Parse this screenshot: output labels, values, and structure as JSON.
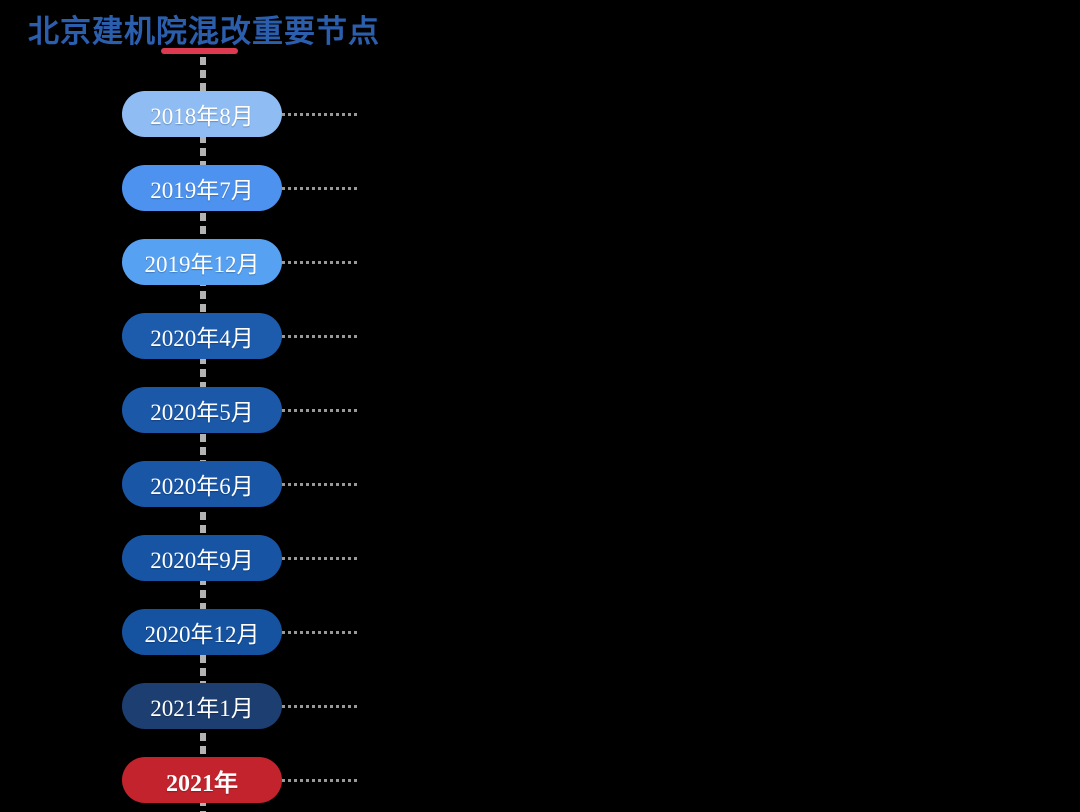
{
  "page": {
    "background_color": "#000000"
  },
  "header": {
    "title": "北京建机院混改重要节点",
    "title_color": "#2B5FAE",
    "underline_color": "#DC3A4E"
  },
  "timeline": {
    "line_color": "#B3B3B3",
    "connector_color": "#999999",
    "label_text_color": "#FFFFFF",
    "items": [
      {
        "label": "2018年8月",
        "color": "#8FBCF2",
        "bold": false
      },
      {
        "label": "2019年7月",
        "color": "#4C92EE",
        "bold": false
      },
      {
        "label": "2019年12月",
        "color": "#57A1F3",
        "bold": false
      },
      {
        "label": "2020年4月",
        "color": "#1D5CAC",
        "bold": false
      },
      {
        "label": "2020年5月",
        "color": "#1B58A8",
        "bold": false
      },
      {
        "label": "2020年6月",
        "color": "#1956A6",
        "bold": false
      },
      {
        "label": "2020年9月",
        "color": "#1754A3",
        "bold": false
      },
      {
        "label": "2020年12月",
        "color": "#1552A0",
        "bold": false
      },
      {
        "label": "2021年1月",
        "color": "#1C3E70",
        "bold": false
      },
      {
        "label": "2021年",
        "color": "#C2232C",
        "bold": true
      }
    ]
  },
  "chart_data": {
    "type": "table",
    "title": "北京建机院混改重要节点",
    "categories": [
      "2018年8月",
      "2019年7月",
      "2019年12月",
      "2020年4月",
      "2020年5月",
      "2020年6月",
      "2020年9月",
      "2020年12月",
      "2021年1月",
      "2021年"
    ],
    "layout_hints": {
      "orientation": "vertical-timeline",
      "node_shape": "rounded-pill",
      "node_colors": [
        "#8FBCF2",
        "#4C92EE",
        "#57A1F3",
        "#1D5CAC",
        "#1B58A8",
        "#1956A6",
        "#1754A3",
        "#1552A0",
        "#1C3E70",
        "#C2232C"
      ],
      "spine": "gray-dashed-line",
      "right_connectors": "gray-dotted-lines",
      "background": "black"
    }
  }
}
